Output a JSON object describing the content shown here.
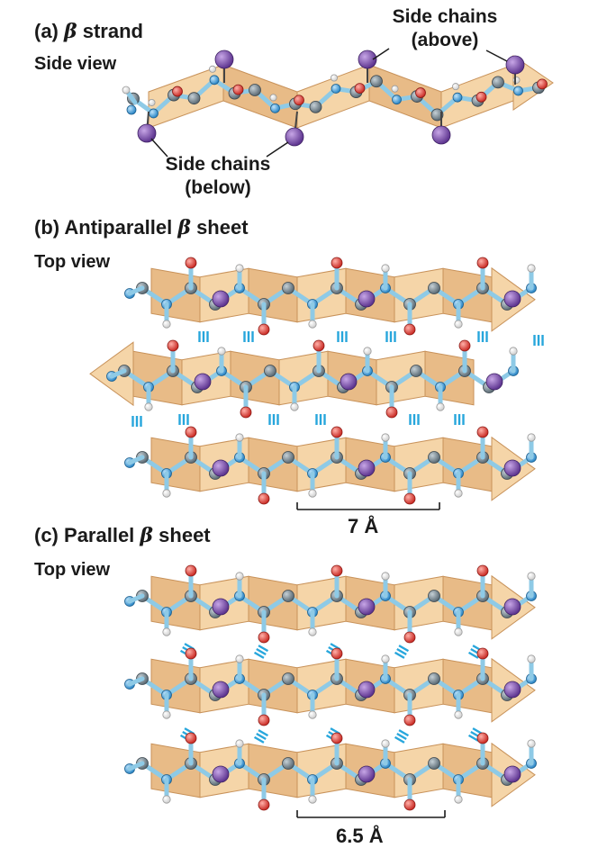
{
  "panel_a": {
    "letter": "(a)",
    "greek": "β",
    "title": "strand",
    "view": "Side view",
    "callout_above_line1": "Side chains",
    "callout_above_line2": "(above)",
    "callout_below_line1": "Side chains",
    "callout_below_line2": "(below)"
  },
  "panel_b": {
    "letter": "(b)",
    "title_pre": "Antiparallel",
    "greek": "β",
    "title_post": "sheet",
    "view": "Top view",
    "spacing": "7 Å"
  },
  "panel_c": {
    "letter": "(c)",
    "title_pre": "Parallel",
    "greek": "β",
    "title_post": "sheet",
    "view": "Top view",
    "spacing": "6.5 Å"
  },
  "colors": {
    "ribbon": "#e8bb87",
    "ribbon_dark": "#c8925a",
    "ribbon_light": "#f5d5a8",
    "backbone_bond": "#8ecae6",
    "carbon": "#6d7c86",
    "nitrogen": "#3f9fdc",
    "oxygen": "#e0403a",
    "hydrogen": "#ffffff",
    "side_chain": "#7a4fa6",
    "hbond": "#27a6dc"
  }
}
